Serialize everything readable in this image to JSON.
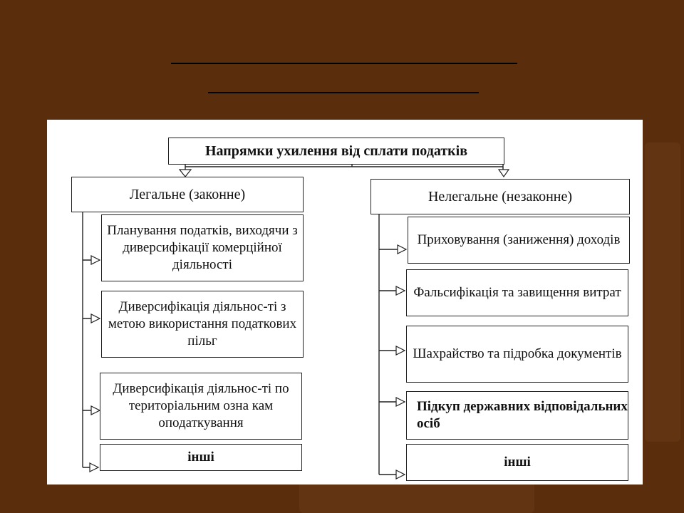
{
  "diagram": {
    "title": "Напрямки ухилення від сплати податків",
    "legal": {
      "heading": "Легальне (законне)",
      "items": [
        "Планування податків, виходячи з диверсифікації комерційної діяльності",
        "Диверсифікація діяльнос-ті з метою використання податкових пільг",
        "Диверсифікація діяльнос-ті по територіальним озна кам оподаткування",
        "інші"
      ]
    },
    "illegal": {
      "heading": "Нелегальне (незаконне)",
      "items": [
        "Приховування (заниження) доходів",
        "Фальсифікація та завищення витрат",
        "Шахрайство та підробка документів",
        "Підкуп державних відповідальних осіб",
        "інші"
      ]
    }
  },
  "colors": {
    "background": "#5a2e0c",
    "panel": "#ffffff",
    "line": "#222222"
  }
}
